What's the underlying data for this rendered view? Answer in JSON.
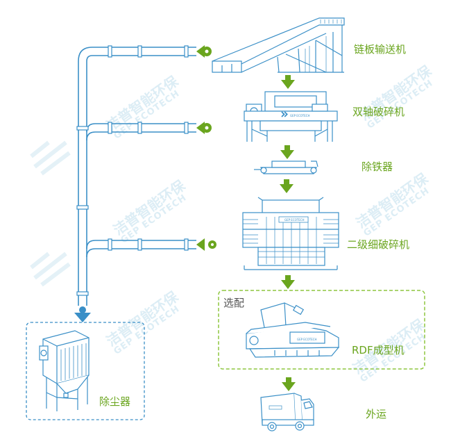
{
  "steps": [
    {
      "label": "链板输送机"
    },
    {
      "label": "双轴破碎机"
    },
    {
      "label": "除铁器"
    },
    {
      "label": "二级细破碎机"
    },
    {
      "label": "RDF成型机"
    },
    {
      "label": "外运"
    }
  ],
  "optional_box": {
    "label": "选配"
  },
  "dust_collector": {
    "label": "除尘器"
  },
  "nameplate": {
    "text": "GEP ECOTECH"
  },
  "watermark": {
    "cn": "洁普智能环保",
    "en": "GEP ECOTECH"
  },
  "colors": {
    "line_blue": "#3a8fc7",
    "arrow_green": "#6aa51e",
    "label_green": "#6aa51e",
    "dashed_box_green": "#8dc63f",
    "dashed_box_blue": "#3a8fc7"
  }
}
